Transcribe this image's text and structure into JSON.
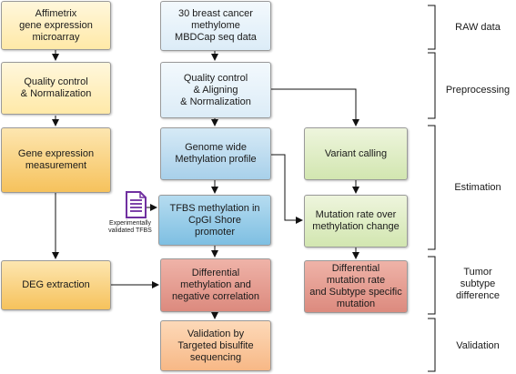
{
  "nodes": {
    "affimetrix": "Affimetrix\ngene expression\nmicroarray",
    "qc_norm_left": "Quality control\n& Normalization",
    "gene_expr": "Gene expression\nmeasurement",
    "deg": "DEG extraction",
    "breast_cancer": "30 breast cancer\nmethylome\nMBDCap seq data",
    "qc_align": "Quality control\n& Aligning\n& Normalization",
    "genome_wide": "Genome wide\nMethylation profile",
    "tfbs": "TFBS methylation in\nCpGI Shore\npromoter",
    "diff_meth": "Differential\nmethylation and\nnegative correlation",
    "validation_box": "Validation by\nTargeted bisulfite\nsequencing",
    "variant": "Variant calling",
    "mutation_rate": "Mutation rate over\nmethylation change",
    "diff_mutation": "Differential\nmutation rate\nand Subtype specific\nmutation"
  },
  "document_icon": {
    "label": "Experimentally\nvalidated TFBS",
    "color": "#7030a0"
  },
  "stages": {
    "raw": "RAW data",
    "preprocessing": "Preprocessing",
    "estimation": "Estimation",
    "tumor": "Tumor\nsubtype\ndifference",
    "validation": "Validation"
  },
  "colors": {
    "yellow": "#ffe9a8",
    "orange": "#f6c25c",
    "light_blue": "#dcecf7",
    "mid_blue": "#a8d0ea",
    "dark_blue": "#7ebfe2",
    "green": "#d2e6b0",
    "red": "#dc8a7e",
    "peach": "#f7b886"
  }
}
